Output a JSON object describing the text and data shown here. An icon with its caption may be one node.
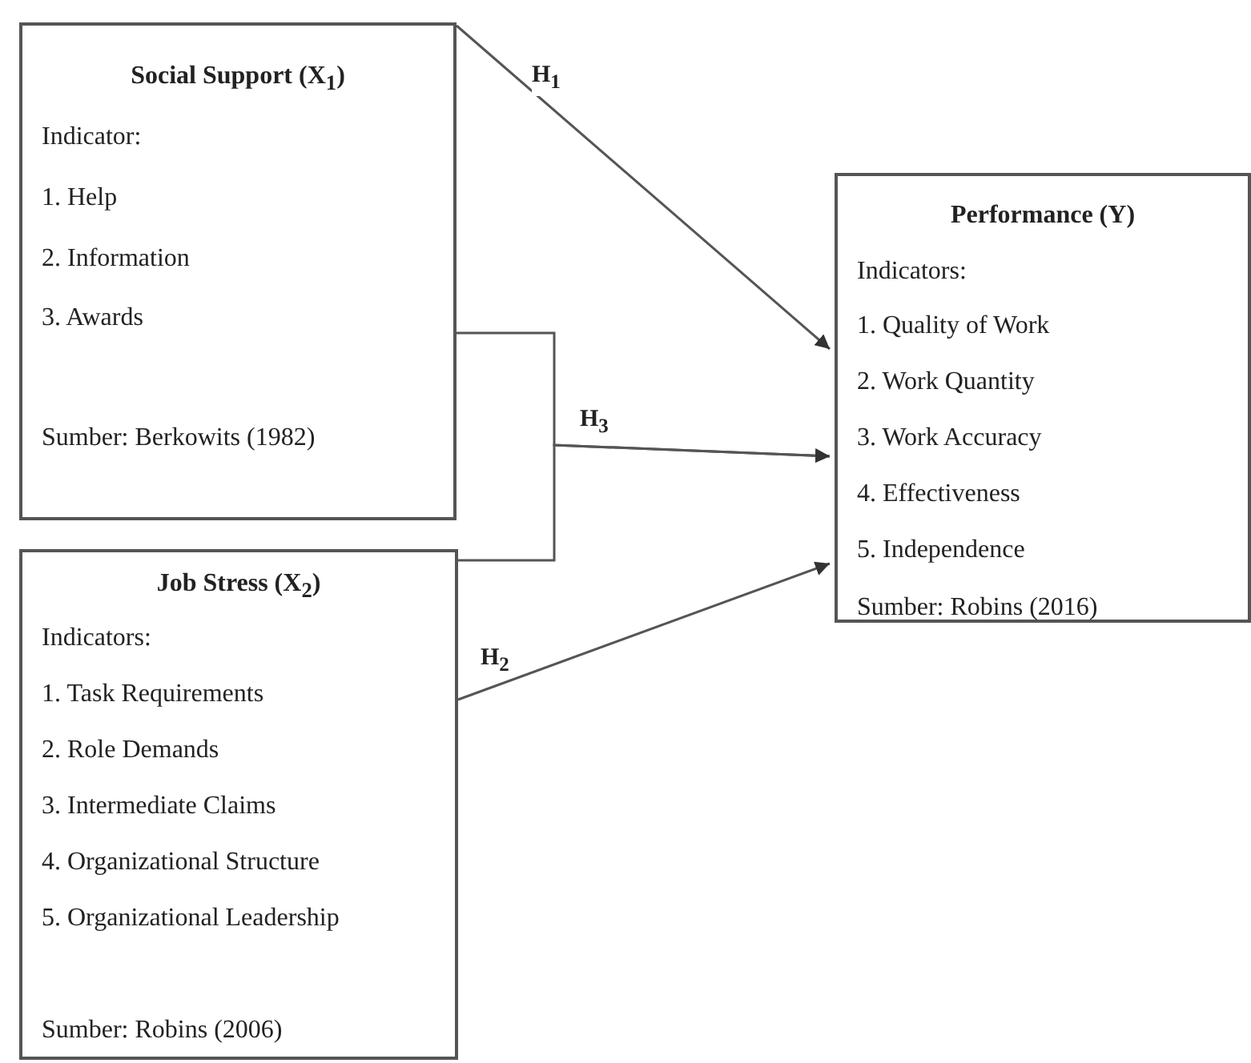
{
  "diagram": {
    "nodes": [
      {
        "text": [
          "Social Support (X$_{1}$)",
          "Indicator:",
          "1. Help",
          "2. Information",
          "3. Awards",
          "Sumber: Berkowits (1982)"
        ]
      },
      {
        "text": [
          "Job Stress (X$_{2}$)",
          "Indicators:",
          "1. Task Requirements",
          "2. Role Demands",
          "3. Intermediate Claims",
          "4. Organizational Structure",
          "5. Organizational Leadership",
          "Sumber: Robins (2006)"
        ]
      },
      {
        "text": [
          "Performance (Y)",
          "Indicators:",
          "1. Quality of Work",
          "2. Work Quantity",
          "3. Work Accuracy",
          "4. Effectiveness",
          "5. Independence",
          "Sumber: Robins (2016)"
        ]
      }
    ],
    "edges": [
      {
        "from": 0,
        "to": 2,
        "arrow": "to",
        "label": "H$_{1}$"
      },
      {
        "from": 1,
        "to": 2,
        "arrow": "to",
        "label": "H$_{2}$"
      },
      {
        "from": 0,
        "to": 2,
        "arrow": "to",
        "label": "H$_{3}$"
      },
      {
        "from": 1,
        "to": 2,
        "arrow": "to"
      }
    ]
  }
}
